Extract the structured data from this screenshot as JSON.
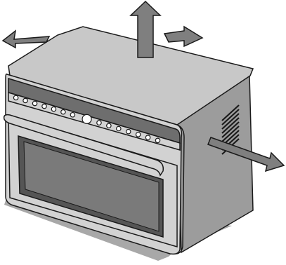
{
  "figure": {
    "subject": "oven-illustration",
    "colors": {
      "background": "#ffffff",
      "outline": "#1a1a1a",
      "body_top": "#c8c8c8",
      "body_side": "#9c9c9c",
      "front": "#d2d2d2",
      "front_dark": "#6e6e6e",
      "window": "#555555",
      "window_glass": "#7a7a7a",
      "shadow": "#a8a8a8",
      "arrow_fill": "#7f7f7f",
      "knob": "#ffffff"
    },
    "arrows": [
      {
        "id": "arrow-up",
        "direction": "up"
      },
      {
        "id": "arrow-left",
        "direction": "left"
      },
      {
        "id": "arrow-back-right",
        "direction": "back-right"
      },
      {
        "id": "arrow-right",
        "direction": "right"
      }
    ],
    "control_panel": {
      "left_button_count": 7,
      "right_button_count": 7,
      "center_knob_count": 1
    },
    "vent_slots": 9
  }
}
